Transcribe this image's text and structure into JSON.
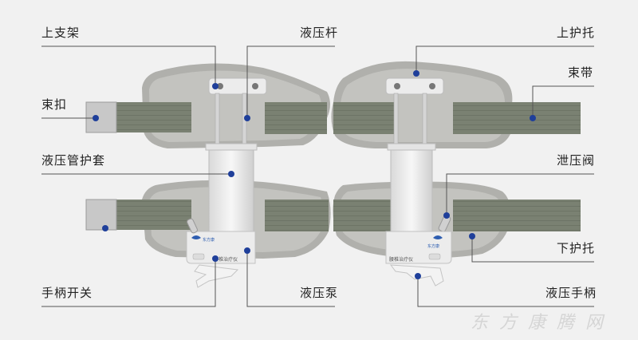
{
  "labels": {
    "upper_bracket": "上支架",
    "hydraulic_rod": "液压杆",
    "upper_support": "上护托",
    "buckle": "束扣",
    "strap": "束带",
    "tube_cover": "液压管护套",
    "release_valve": "泄压阀",
    "lower_support": "下护托",
    "handle_switch": "手柄开关",
    "hydraulic_pump": "液压泵",
    "hydraulic_handle": "液压手柄"
  },
  "device": {
    "pump_text": "腰椎治疗仪",
    "logo_text": "东方康"
  },
  "watermark": "东方康腾网",
  "colors": {
    "pad": "#b0b0ac",
    "pad_inner": "#c3c3bf",
    "strap": "#7a8172",
    "buckle": "#c8c8c8",
    "frame": "#ececec",
    "dot": "#1f3f9a",
    "line": "#555555"
  }
}
